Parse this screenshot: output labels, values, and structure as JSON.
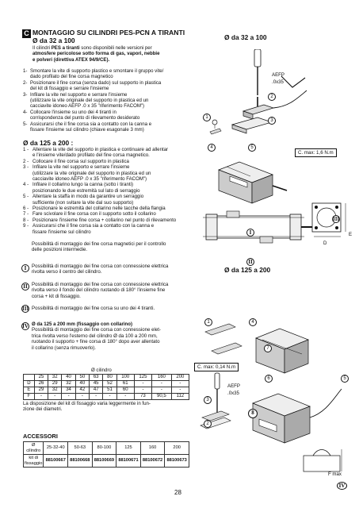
{
  "section_letter": "C",
  "title": "MONTAGGIO SU CILINDRI PES-PCN A TIRANTI",
  "sec32": {
    "heading": "Ø da 32 a 100",
    "intro_pre": "Il cilindri ",
    "intro_bold": "PES a tiranti",
    "intro_post": " sono disponibili nelle versioni per",
    "intro_l2": "atmosfere pericolose sotto forma di gas, vapori, nebbie",
    "intro_l3": "e polveri (direttiva ATEX 94/9/CE).",
    "steps": [
      {
        "n": "1-",
        "lines": [
          "Smontare la vite di supporto plastico e smontare il gruppo vite/",
          "dado profilato del fine corsa magnetico"
        ]
      },
      {
        "n": "2-",
        "lines": [
          "Posizionare il fine corsa (senza dado) sul supporto in plastica",
          "del kit di fissaggio e serrare l'insieme"
        ]
      },
      {
        "n": "3-",
        "lines": [
          "Infilare la vite nel supporto e serrare l'insieme",
          "(utilizzare la vite originale del supporto in plastica ed un",
          "cacciavite idoneo AEFP .0 x 35 \"riferimento FACOM\")"
        ]
      },
      {
        "n": "4-",
        "lines": [
          "Collocare l'insieme su uno dei 4 tiranti in",
          "corrispondenza del punto di rilevamento desiderato"
        ]
      },
      {
        "n": "5-",
        "lines": [
          "Assicurarsi che il fine corsa sia a contatto con la canna e",
          "fissare l'insieme sul cilindro (chiave esagonale 3 mm)"
        ]
      }
    ]
  },
  "sec125": {
    "heading": "Ø da 125 a 200 :",
    "steps": [
      {
        "n": "1 -",
        "lines": [
          "Allentare la vite del supporto in plastica e continuare ad allentar",
          "e l'insieme vite/dado profilato del fine corsa magnetico."
        ]
      },
      {
        "n": "2 -",
        "lines": [
          "Collocare il fine corsa sul supporto in plastica"
        ]
      },
      {
        "n": "3 -",
        "lines": [
          "Infilare la vite nel supporto e serrare l'insieme",
          "(utilizzare la vite originale del supporto in plastica ed un",
          "cacciavite idoneo AEFP .0 x 35 \"riferimento FACOM\")"
        ]
      },
      {
        "n": "4 -",
        "lines": [
          "Infilare il collarino lungo la canna (sotto i tiranti)",
          "posizionando le due estremità sul lato di serraggio"
        ]
      },
      {
        "n": "5 -",
        "lines": [
          "Allentare la staffa in modo da garantire un serraggio",
          "sufficiente (non svitare la vite dal suo supporto)"
        ]
      },
      {
        "n": "6 -",
        "lines": [
          "Posizionare le estremità del collarino nelle tacche della flangia"
        ]
      },
      {
        "n": "7 -",
        "lines": [
          "Fare scivolare il fine corsa con il supporto sotto il collarino"
        ]
      },
      {
        "n": "8 -",
        "lines": [
          "Posizionare l'insieme fine corsa + collarino nel punto di rilevamento"
        ]
      },
      {
        "n": "9 -",
        "lines": [
          "Assicurarsi che il fine corsa sia a contatto con la canna e",
          "fissare l'insieme sul cilindro"
        ]
      }
    ],
    "note_l1": "Possibilità di montaggio dei fine corsa magnetici per il controllo",
    "note_l2": "delle posizioni intermedie."
  },
  "notes": [
    {
      "mark": "I",
      "lines": [
        "Possibilità di montaggio dei fine corsa con connessione elettrica",
        "rivolta verso il centro del cilindro."
      ]
    },
    {
      "mark": "II",
      "lines": [
        "Possibilità di montaggio dei fine corsa con connessione elettrica",
        "rivolta verso il fondo del cilindro  ruotando di  180° l'insieme fine",
        "corsa + kit di fissaggio."
      ]
    },
    {
      "mark": "III",
      "lines": [
        "Possibilità di montaggio dei fine corsa su uno dei 4 tiranti."
      ]
    }
  ],
  "note_iv": {
    "mark": "IV",
    "heading": "Ø da 125 a 200 mm (fissaggio con collarino)",
    "lines": [
      "Possibilità di montaggio dei fine corsa con connessione elet-",
      "trica rivolta verso l'esterno del cilindro Ø da 100 a 200 mm,",
      "ruotando il supporto + fine corsa di 180° dopo aver allentato",
      "il collarino (senza rimuoverlo)."
    ]
  },
  "dim_table": {
    "caption": "Ø cilindro",
    "headers": [
      "",
      "25",
      "32",
      "40",
      "50",
      "63",
      "80",
      "100",
      "125",
      "160",
      "200"
    ],
    "rows": [
      [
        "D",
        "26",
        "29",
        "32",
        "40",
        "45",
        "52",
        "61",
        "-",
        "-",
        "-"
      ],
      [
        "E",
        "29",
        "32",
        "34",
        "42",
        "47",
        "51",
        "60",
        "-",
        "-",
        "-"
      ],
      [
        "F",
        "-",
        "-",
        "-",
        "-",
        "-",
        "-",
        "-",
        "73",
        "90,5",
        "112"
      ]
    ],
    "footnote_l1": "La disposizione del kit di fissaggio varia leggermente in fun-",
    "footnote_l2": "zione dei diametri."
  },
  "accessories": {
    "heading": "ACCESSORI",
    "row1": [
      "Ø cilindro",
      "25-32-40",
      "50-63",
      "80-100",
      "125",
      "160",
      "200"
    ],
    "row2": [
      "kit di fissaggio",
      "88100667",
      "88100668",
      "88100669",
      "88100671",
      "88100672",
      "88100673"
    ]
  },
  "figures": {
    "top_heading": "Ø da 32 a 100",
    "bottom_heading": "Ø da 125 a 200",
    "tool_label_1": "AEFP",
    "tool_label_2": ".0x35",
    "tool_label_b1": "AEFP",
    "tool_label_b2": ".0x35",
    "torque_top": "C. max: 1,6 N.m",
    "torque_bottom": "C. max: 0,14 N.m",
    "roman_i": "I",
    "roman_ii": "II",
    "roman_iii": "III",
    "roman_iv": "IV",
    "dim_e": "E",
    "dim_d": "D",
    "dim_fmax": "F max",
    "callouts_top": [
      "1",
      "2",
      "3",
      "4",
      "5"
    ],
    "callouts_bottom": [
      "1",
      "4",
      "7",
      "6",
      "5",
      "2",
      "3",
      "8"
    ]
  },
  "page_number": "28"
}
